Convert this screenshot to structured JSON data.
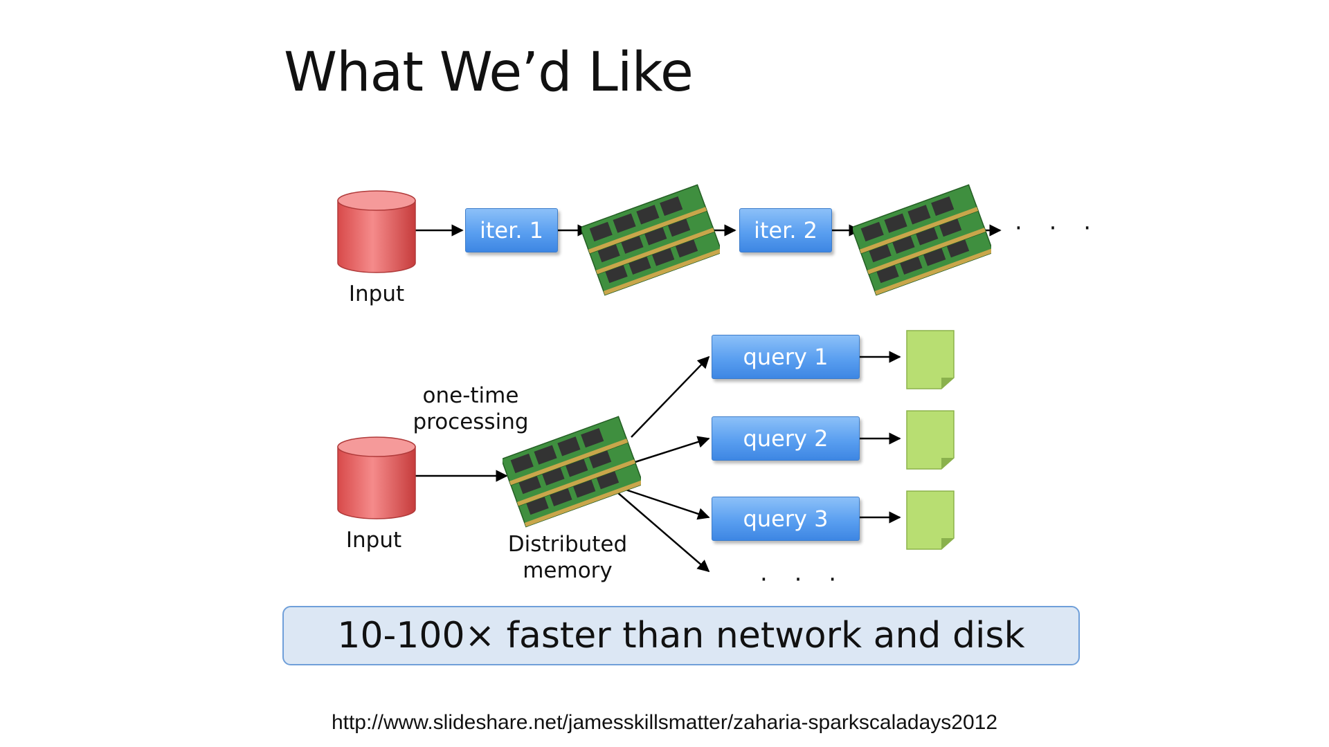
{
  "slide": {
    "title": "What We’d Like",
    "top_row": {
      "input_label": "Input",
      "iter1_label": "iter. 1",
      "iter2_label": "iter. 2",
      "trailing_dots": "· · ·"
    },
    "bottom_row": {
      "input_label": "Input",
      "processing_label_line1": "one-time",
      "processing_label_line2": "processing",
      "memory_label_line1": "Distributed",
      "memory_label_line2": "memory",
      "queries": [
        "query 1",
        "query 2",
        "query 3"
      ],
      "trailing_dots": "· · ·"
    },
    "callout_text": "10-100× faster than network and disk",
    "source_url": "http://www.slideshare.net/jamesskillsmatter/zaharia-sparkscaladays2012"
  },
  "colors": {
    "cylinder_red": "#e05a5a",
    "query_blue": "#5a9ff0",
    "document_green": "#b4dc6e",
    "callout_fill": "#dce7f4",
    "callout_border": "#6f9fd9",
    "ram_green": "#3f8f3f"
  },
  "icons": {
    "input_store": "database-cylinder-icon",
    "memory": "ram-modules-icon",
    "output": "document-icon"
  }
}
